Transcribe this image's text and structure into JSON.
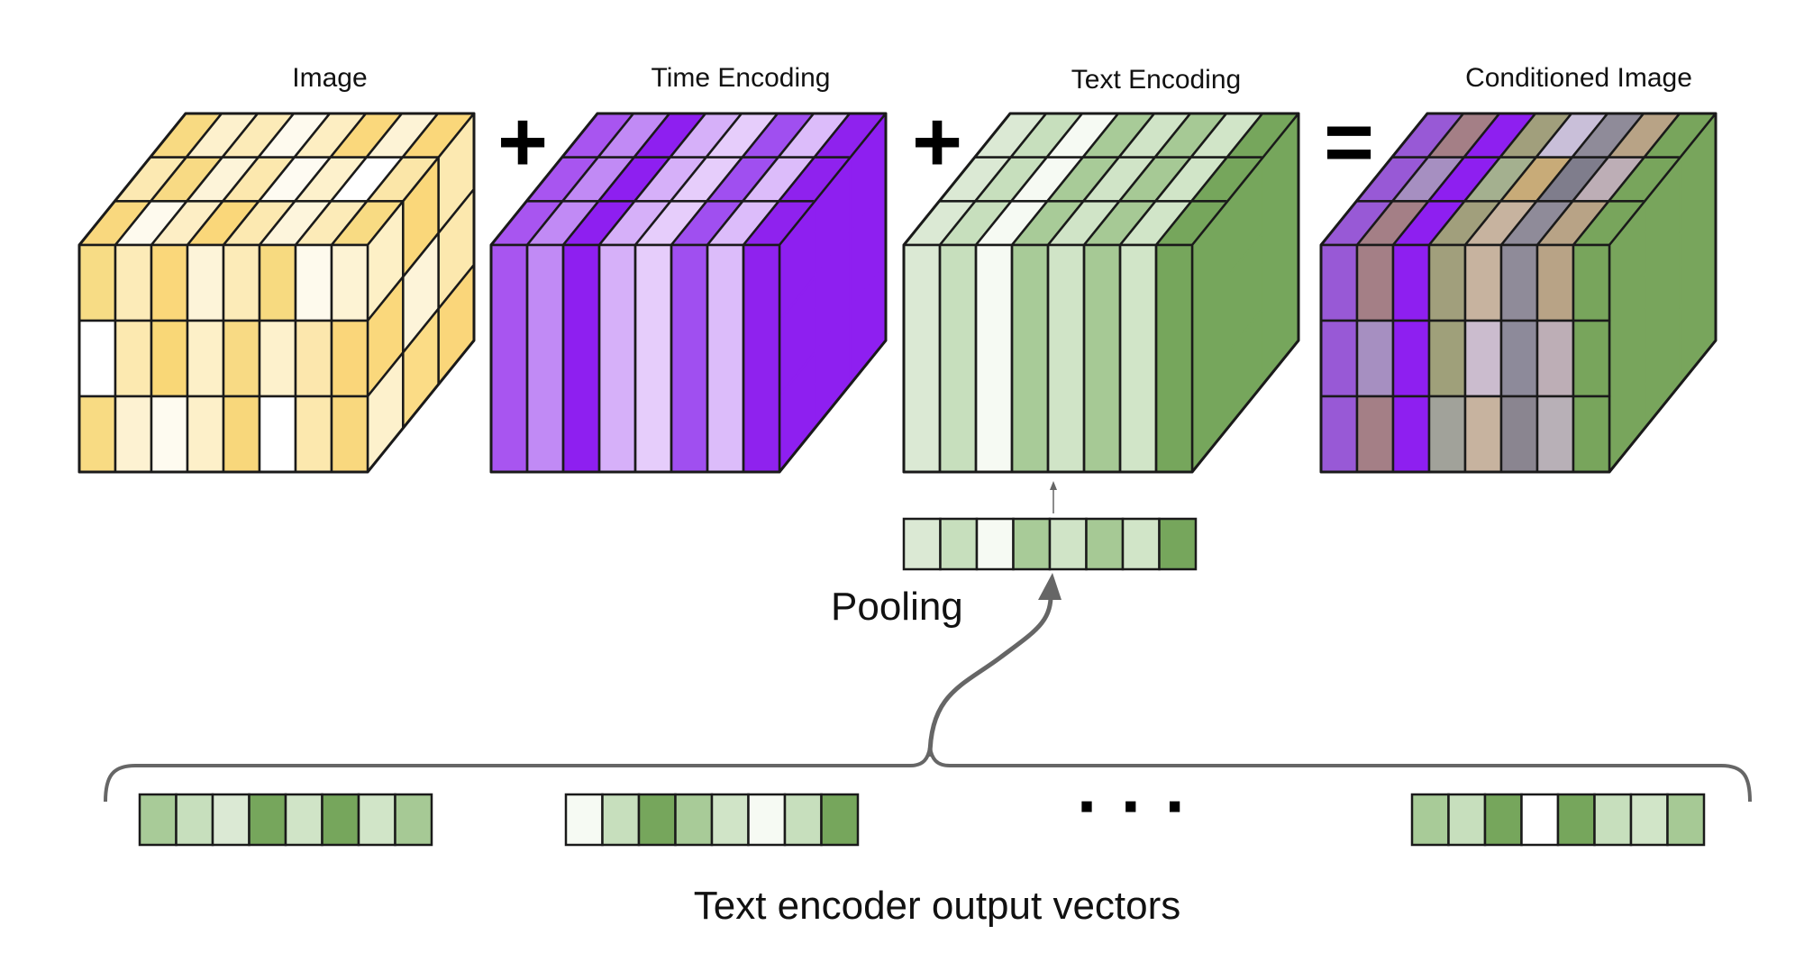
{
  "labels": {
    "image": "Image",
    "time_encoding": "Time Encoding",
    "text_encoding": "Text Encoding",
    "conditioned_image": "Conditioned Image",
    "pooling": "Pooling",
    "text_encoder_output": "Text encoder output vectors"
  },
  "operators": {
    "plus1": "+",
    "plus2": "+",
    "equals": "="
  },
  "ellipsis": "· · ·",
  "palettes": {
    "image_front": [
      [
        "#f7dc85",
        "#fcebb8",
        "#fad77a",
        "#fdf4d9",
        "#fcebb8",
        "#f7da80",
        "#fefaed",
        "#fdf3d4"
      ],
      [
        "#ffffff",
        "#fce9b0",
        "#f9d777",
        "#fdf0c8",
        "#f8da84",
        "#fdf1cc",
        "#fce7ad",
        "#fad67a"
      ],
      [
        "#f8db83",
        "#fdf2d2",
        "#fefbf0",
        "#fdf0c9",
        "#f8d77b",
        "#ffffff",
        "#fce8ae",
        "#f9d87e"
      ]
    ],
    "image_top": [
      [
        "#f8da82",
        "#fdf1cd",
        "#fcebb8",
        "#fefaee",
        "#fdeec2",
        "#fad87c",
        "#fdf3d6",
        "#fad77a"
      ],
      [
        "#fce9b2",
        "#f8da84",
        "#fdf4d9",
        "#fce8ae",
        "#fefbf2",
        "#fdf1cc",
        "#ffffff",
        "#fbe6a8"
      ],
      [
        "#f9d87e",
        "#fefaee",
        "#fdeec5",
        "#fad77a",
        "#fce9b1",
        "#fdf5dc",
        "#fcebb8",
        "#f8db83"
      ]
    ],
    "image_side": [
      [
        "#fdf0c6",
        "#fad77a",
        "#fce9b1"
      ],
      [
        "#fad87c",
        "#fdf4d9",
        "#fce8ae"
      ],
      [
        "#fdf1cc",
        "#fbdc86",
        "#fad67a"
      ]
    ],
    "time_stripes": [
      "#a855f0",
      "#c18af5",
      "#8e1ff0",
      "#d6b0f9",
      "#e6cdfb",
      "#a04ff0",
      "#dcbcfa",
      "#8f22ee"
    ],
    "time_side": "#8e1ff0",
    "text_stripes": [
      "#dbe9d4",
      "#c7dfbd",
      "#f6faf3",
      "#a8cb98",
      "#d0e4c7",
      "#a6c995",
      "#d1e5c8",
      "#76a65c"
    ],
    "text_side": "#76a65c",
    "cond_stripes": [
      "#9859d6",
      "#a47f86",
      "#8e1ff0",
      "#a19f7c",
      "#c7b39f",
      "#8f8b99",
      "#b8a386",
      "#78a55c"
    ],
    "cond_front_cells": [
      [
        "#9859d6",
        "#a47f86",
        "#8e1ff0",
        "#a19f7c",
        "#c7b39f",
        "#8f8b99",
        "#b8a386",
        "#78a55c"
      ],
      [
        "#9859d6",
        "#a68fc1",
        "#8e1ff0",
        "#9fa07a",
        "#cbbcce",
        "#8d8a9a",
        "#bdaeb6",
        "#78a55c"
      ],
      [
        "#9859d6",
        "#a47f86",
        "#8e1ff0",
        "#a1a29a",
        "#c7b39f",
        "#8a8590",
        "#b8b0b7",
        "#78a55c"
      ]
    ],
    "cond_top_cells": [
      [
        "#9859d6",
        "#a47f86",
        "#8e1ff0",
        "#a19f7c",
        "#c9bfd9",
        "#8f8b99",
        "#b8a386",
        "#78a55c"
      ],
      [
        "#9859d6",
        "#a68fc1",
        "#8e1ff0",
        "#a4b08f",
        "#c8ab78",
        "#7f7d8c",
        "#bdaeb6",
        "#78a55c"
      ],
      [
        "#9859d6",
        "#a47f86",
        "#8e1ff0",
        "#a19f7c",
        "#c7b39f",
        "#8f8b99",
        "#b8a386",
        "#78a55c"
      ]
    ],
    "cond_side": "#78a55c",
    "pooled_vector": [
      "#dbe9d4",
      "#c7dfbd",
      "#f6faf3",
      "#a8cb98",
      "#d0e4c7",
      "#a6c995",
      "#d1e5c8",
      "#76a65c"
    ],
    "output_vectors": [
      [
        "#a8cb98",
        "#c7dfbd",
        "#dbe9d4",
        "#76a65c",
        "#d0e4c7",
        "#76a65c",
        "#d1e5c8",
        "#a6c995"
      ],
      [
        "#f6faf3",
        "#c7dfbd",
        "#76a65c",
        "#a8cb98",
        "#d0e4c7",
        "#f6faf3",
        "#c7dfbd",
        "#76a65c"
      ],
      [
        "#a8cb98",
        "#c7dfbd",
        "#76a65c",
        "#ffffff",
        "#76a65c",
        "#c7dfbd",
        "#d1e5c8",
        "#a6c995"
      ]
    ],
    "connector_gray": "#666666"
  }
}
